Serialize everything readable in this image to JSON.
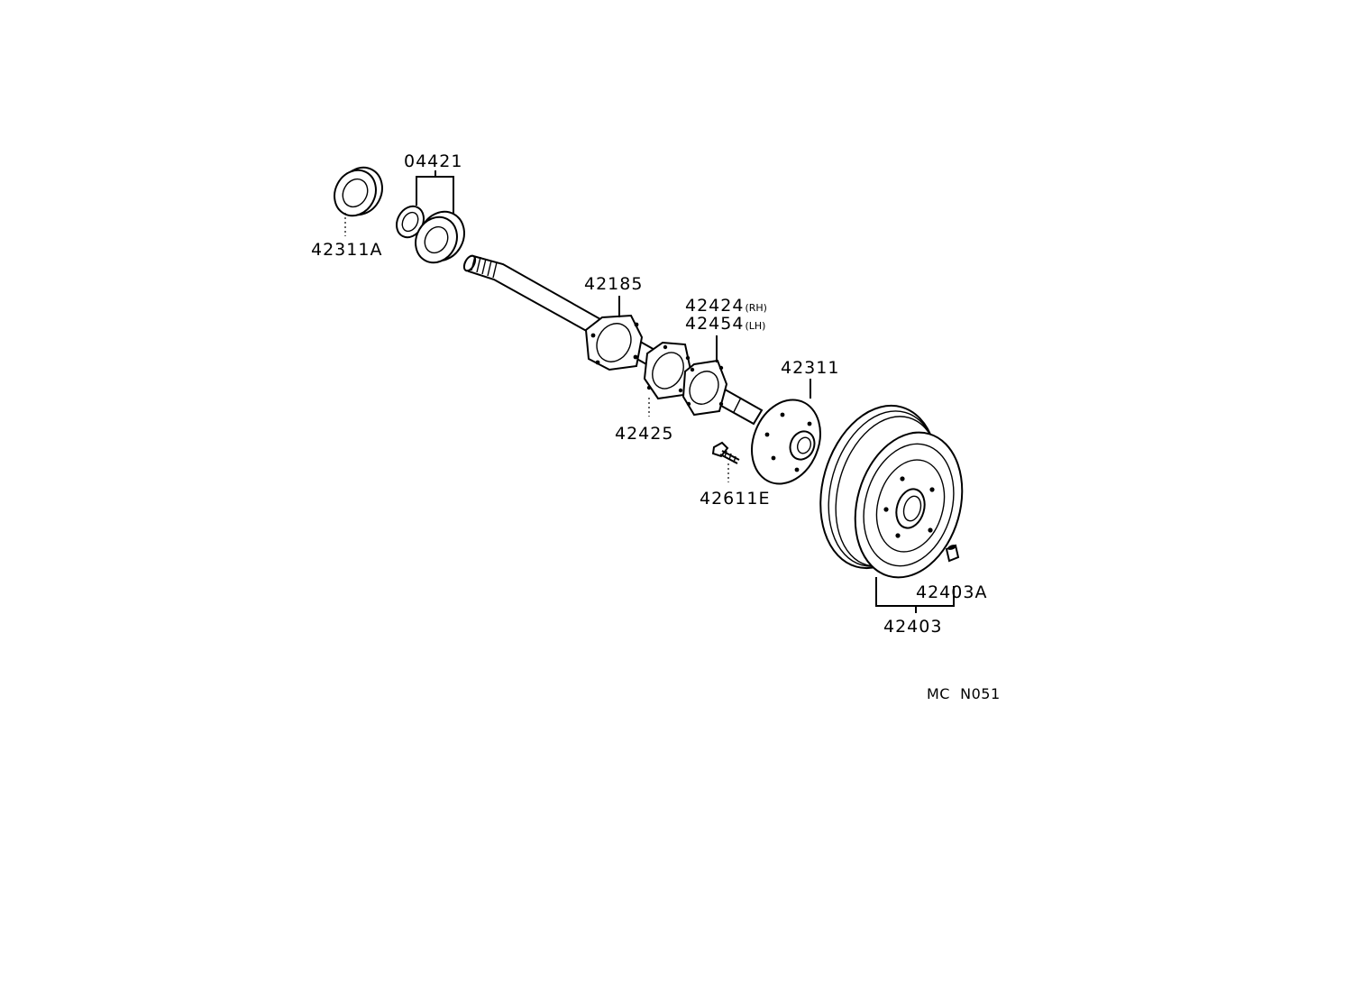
{
  "parts": {
    "p42311A": "42311A",
    "p04421": "04421",
    "p42185": "42185",
    "p42424": "42424",
    "p42424_side": "(RH)",
    "p42454": "42454",
    "p42454_side": "(LH)",
    "p42311": "42311",
    "p42425": "42425",
    "p42611E": "42611E",
    "p42403A": "42403A",
    "p42403": "42403"
  },
  "reference_code": "MC  N051"
}
